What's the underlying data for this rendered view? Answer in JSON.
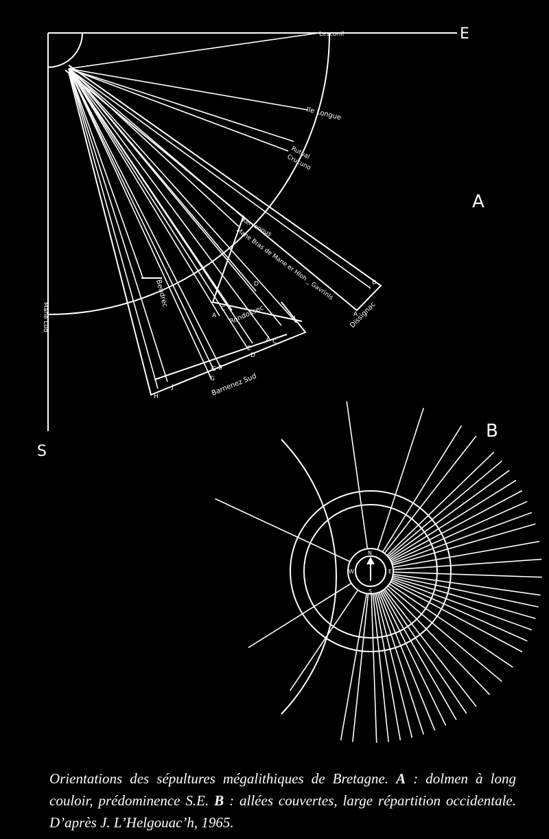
{
  "diagram_a": {
    "letter": "A",
    "compass": {
      "east": "E",
      "south": "S"
    },
    "sites": {
      "lesconil": "Lesconil",
      "ile_longue": "Ile Longue",
      "rutual": "Rutual",
      "crucuno": "Crucuno",
      "kervenous": "Kervenous",
      "mane_bras": "Mane Bras de Mane er Hloh _ Gavrinis",
      "dissignac": "Dissignac",
      "rondossec": "Rondossec",
      "beudrec": "Beudrec",
      "barnenez": "Barnenez Sud",
      "mane_lud": "Mane Lud"
    },
    "letters": {
      "b_dissignac": "B",
      "a_dissignac": "A",
      "d_rond": "D",
      "c_rond": "C",
      "a_rond": "A",
      "l": "L",
      "a2": "A",
      "c2": "C",
      "e": "E",
      "d2": "D",
      "b_barn": "B",
      "g1": "G",
      "g2": "G",
      "j": "J",
      "h": "H"
    }
  },
  "diagram_b": {
    "letter": "B",
    "compass": {
      "north": "N",
      "west": "W",
      "east": "E",
      "south": "S"
    }
  },
  "caption": {
    "text_1": "Orientations des sépultures mégalithiques de Bretagne. ",
    "bold_a": "A",
    "text_2": " : dolmen à long couloir, prédominence S.E. ",
    "bold_b": "B",
    "text_3": " : allées couvertes, large répartition occidentale. D’après J. L’Helgouac’h, 1965."
  }
}
